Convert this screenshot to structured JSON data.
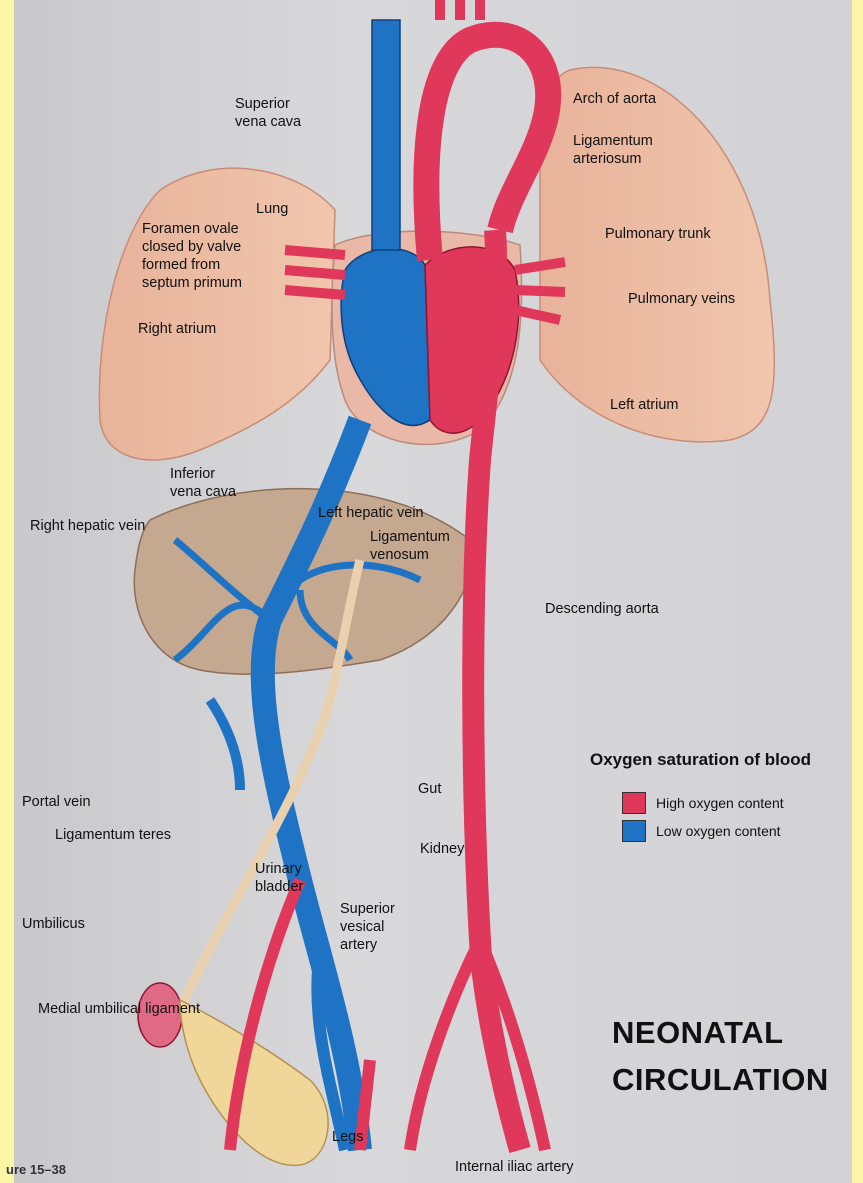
{
  "labels": {
    "superior_vena_cava": "Superior\nvena cava",
    "arch_of_aorta": "Arch of aorta",
    "ligamentum_arteriosum": "Ligamentum\narteriosum",
    "lung": "Lung",
    "foramen_ovale": "Foramen ovale\nclosed by valve\nformed from\nseptum primum",
    "pulmonary_trunk": "Pulmonary trunk",
    "pulmonary_veins": "Pulmonary veins",
    "right_atrium": "Right atrium",
    "left_atrium": "Left atrium",
    "inferior_vena_cava": "Inferior\nvena cava",
    "right_hepatic_vein": "Right hepatic vein",
    "left_hepatic_vein": "Left hepatic vein",
    "ligamentum_venosum": "Ligamentum\nvenosum",
    "descending_aorta": "Descending aorta",
    "portal_vein": "Portal vein",
    "gut": "Gut",
    "ligamentum_teres": "Ligamentum teres",
    "kidney": "Kidney",
    "urinary_bladder": "Urinary\nbladder",
    "umbilicus": "Umbilicus",
    "superior_vesical_artery": "Superior\nvesical\nartery",
    "medial_umbilical_ligament": "Medial umbilical ligament",
    "legs": "Legs",
    "internal_iliac_artery": "Internal iliac artery"
  },
  "legend": {
    "title": "Oxygen saturation of blood",
    "high": "High oxygen content",
    "low": "Low oxygen content",
    "high_color": "#e0385a",
    "low_color": "#1f73c4"
  },
  "title_lines": [
    "NEONATAL",
    "CIRCULATION"
  ],
  "caption": "ure 15–38"
}
